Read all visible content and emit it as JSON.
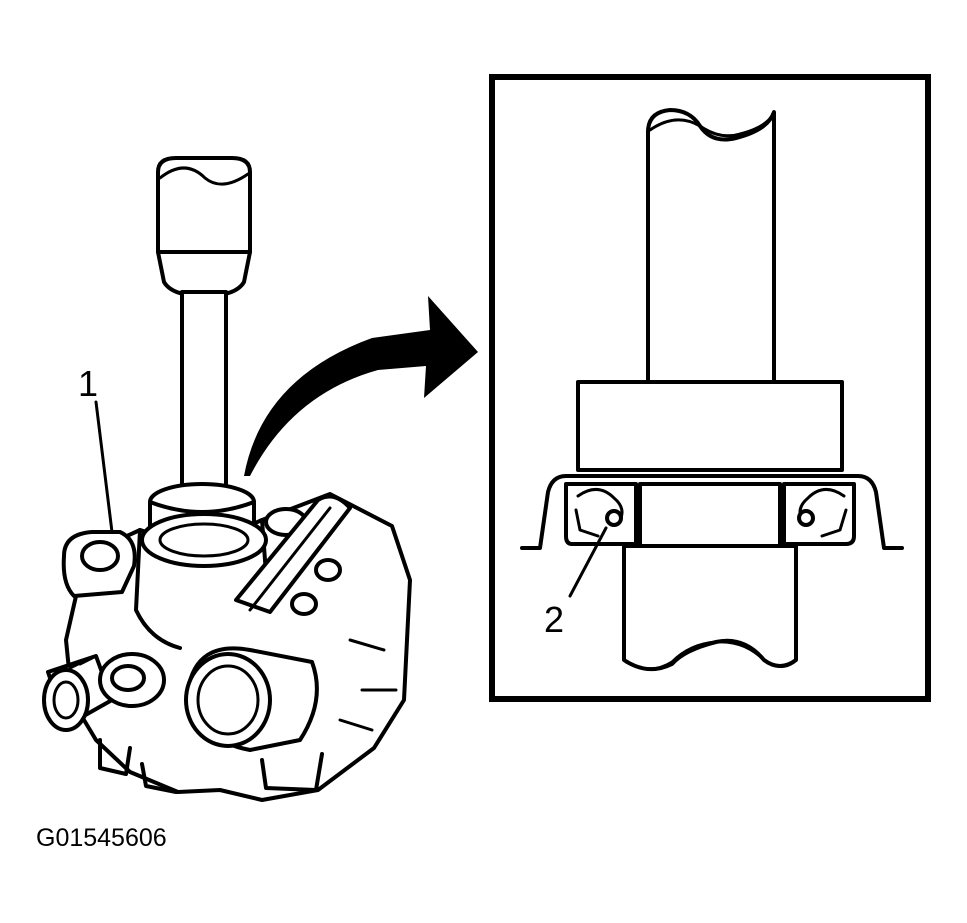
{
  "figure": {
    "callouts": {
      "pump": "1",
      "seal": "2"
    },
    "figure_code": "G01545606"
  },
  "icons": {
    "pump": "power-steering-pump-icon",
    "arrow": "curved-arrow-icon",
    "detail": "seal-installer-detail-icon"
  },
  "colors": {
    "ink": "#000000",
    "paper": "#ffffff"
  }
}
